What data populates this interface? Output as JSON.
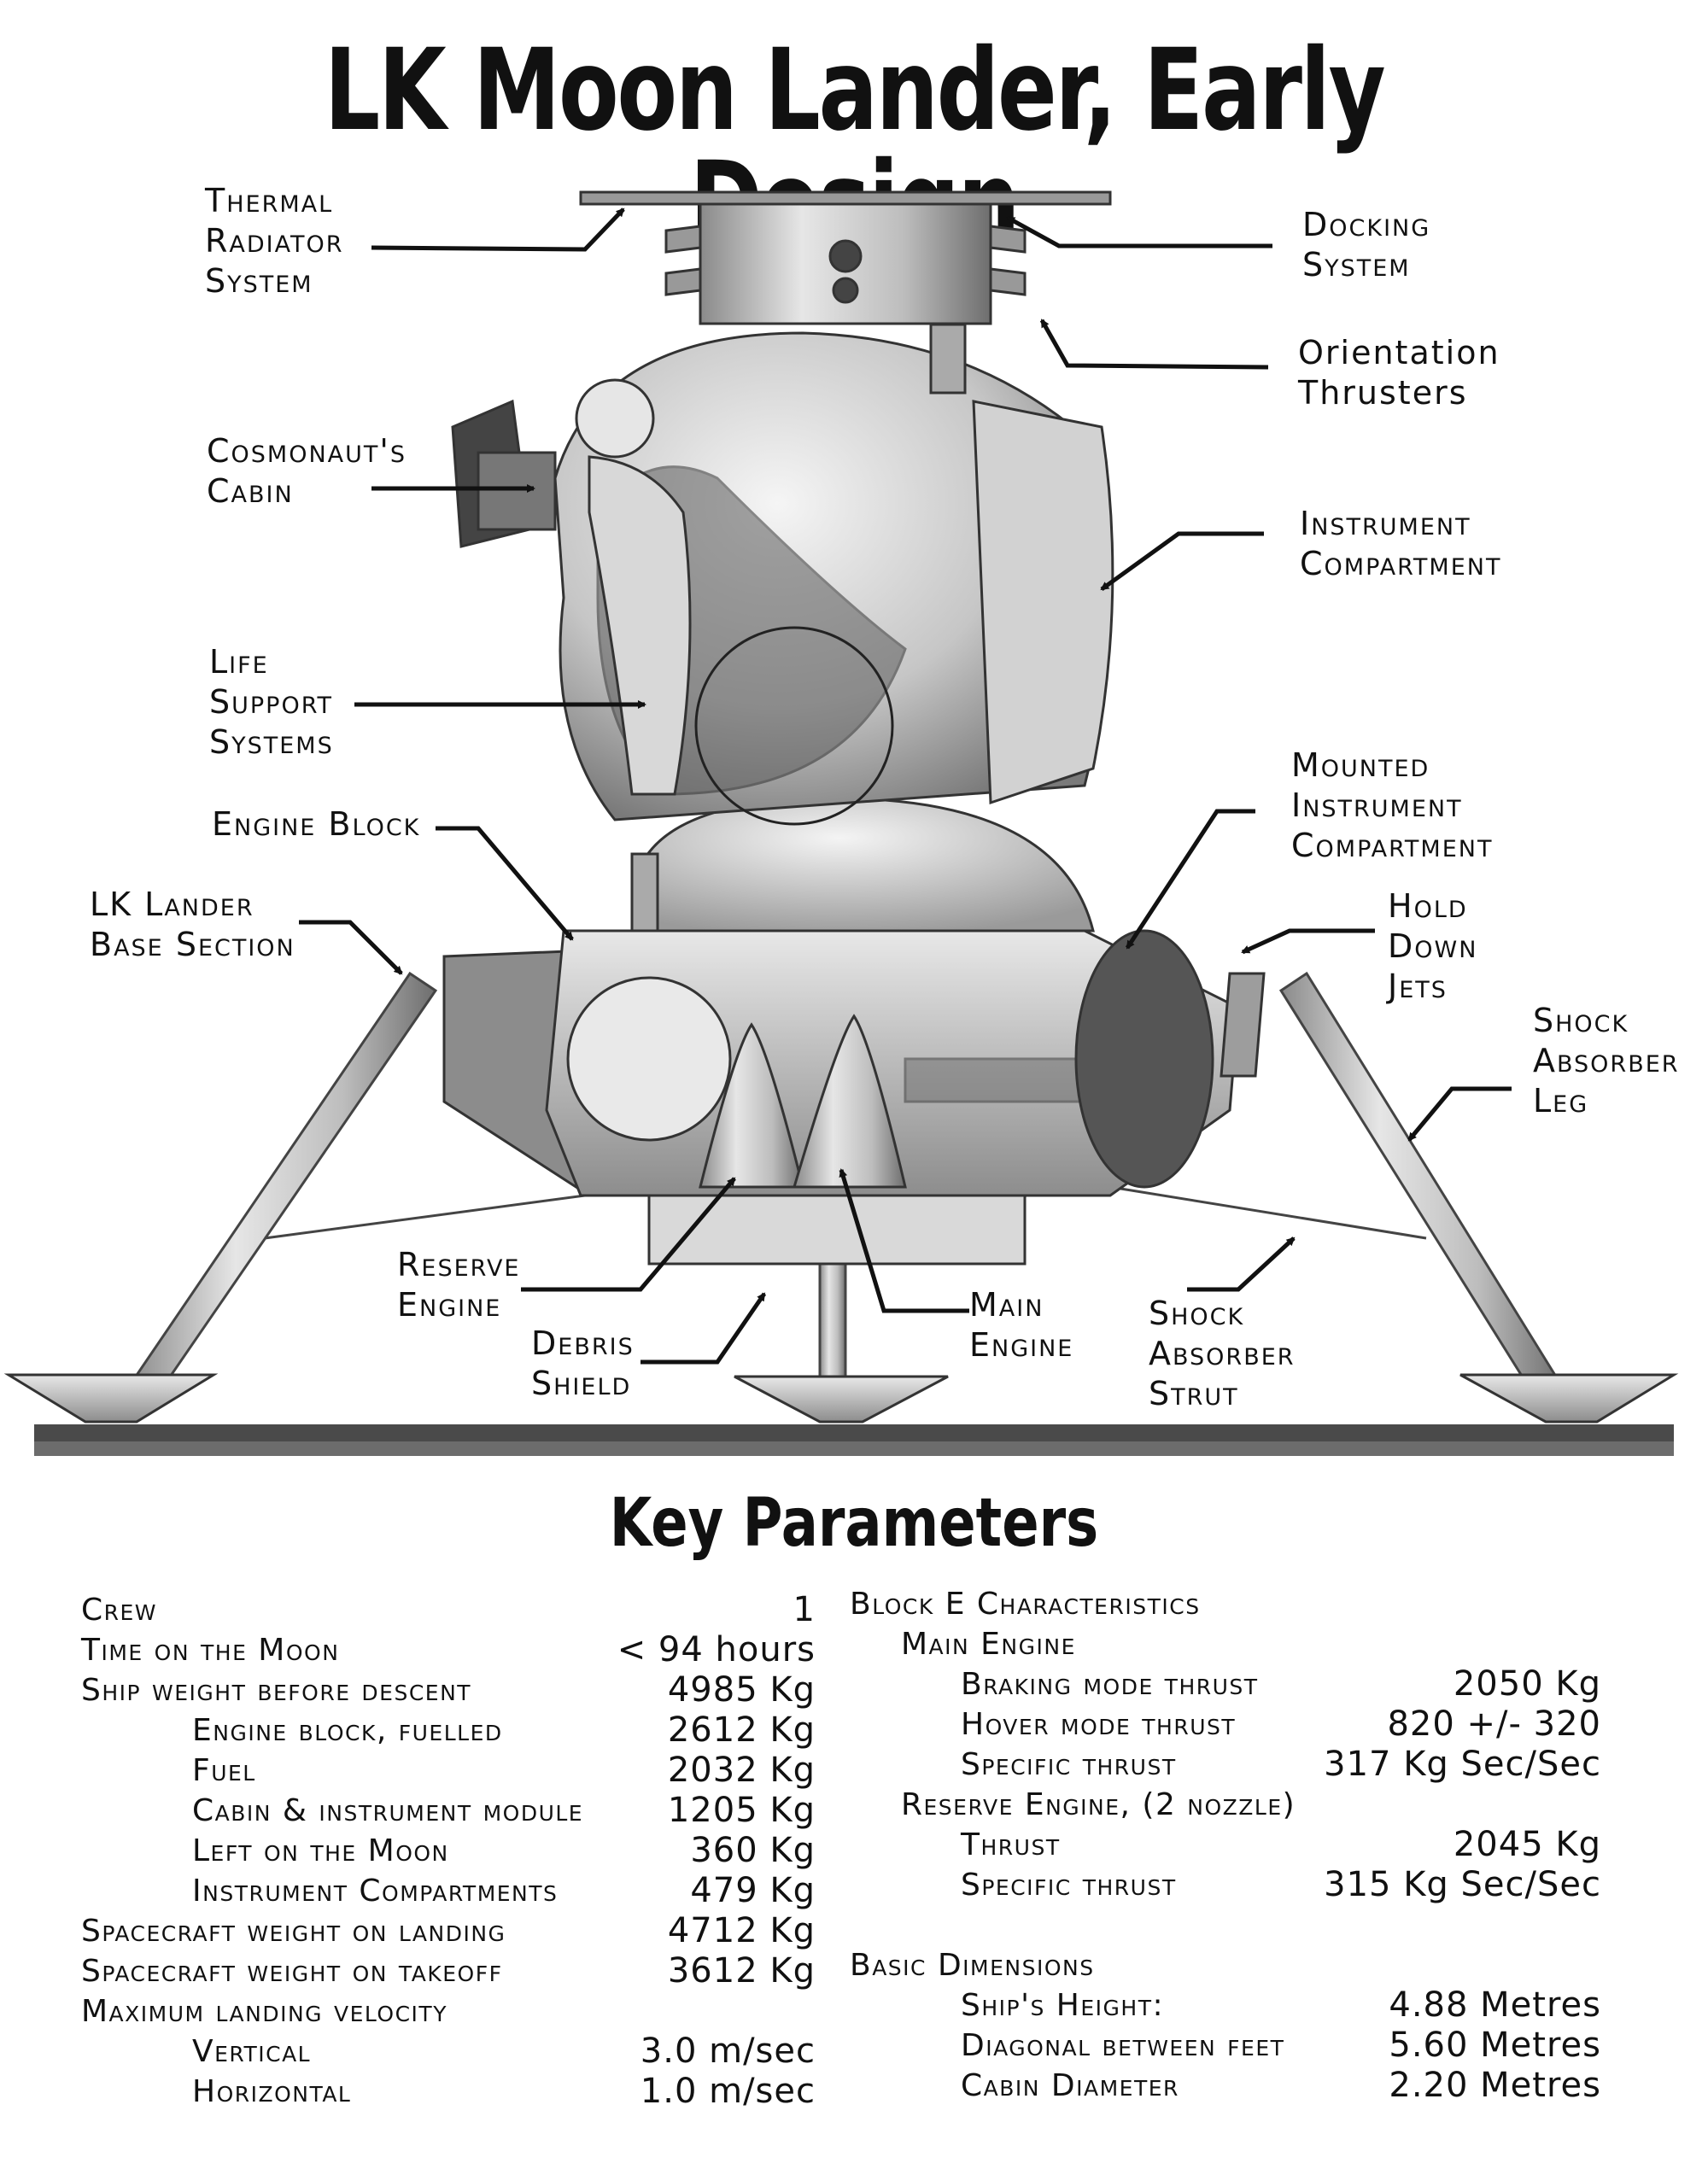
{
  "title": "LK Moon Lander, Early Design",
  "labels": {
    "thermal": "Thermal\nRadiator\nSystem",
    "docking": "Docking\nSystem",
    "orientation": "Orientation\nThrusters",
    "cabin": "Cosmonaut's\nCabin",
    "instrument": "Instrument\nCompartment",
    "life": "Life\nSupport\nSystems",
    "mounted": "Mounted\nInstrument\nCompartment",
    "engine_block": "Engine Block",
    "base": "LK Lander\nBase Section",
    "hold": "Hold\nDown\nJets",
    "shock_leg": "Shock\nAbsorber\nLeg",
    "reserve": "Reserve\nEngine",
    "debris": "Debris\nShield",
    "main": "Main\nEngine",
    "strut": "Shock\nAbsorber\nStrut"
  },
  "key_title": "Key Parameters",
  "left_params": [
    {
      "k": "Crew",
      "v": "1",
      "indent": 0
    },
    {
      "k": "Time on the Moon",
      "v": "< 94 hours",
      "indent": 0
    },
    {
      "k": "Ship weight before descent",
      "v": "4985 Kg",
      "indent": 0
    },
    {
      "k": "Engine block, fuelled",
      "v": "2612 Kg",
      "indent": 1
    },
    {
      "k": "Fuel",
      "v": "2032 Kg",
      "indent": 1
    },
    {
      "k": "Cabin & instrument module",
      "v": "1205 Kg",
      "indent": 1
    },
    {
      "k": "Left on the Moon",
      "v": "360 Kg",
      "indent": 1
    },
    {
      "k": "Instrument Compartments",
      "v": "479 Kg",
      "indent": 1
    },
    {
      "k": "Spacecraft weight on landing",
      "v": "4712 Kg",
      "indent": 0
    },
    {
      "k": "Spacecraft weight on takeoff",
      "v": "3612 Kg",
      "indent": 0
    },
    {
      "k": "Maximum landing velocity",
      "v": "",
      "indent": 0
    },
    {
      "k": "Vertical",
      "v": "3.0 m/sec",
      "indent": 1
    },
    {
      "k": "Horizontal",
      "v": "1.0 m/sec",
      "indent": 1
    }
  ],
  "right_params": [
    {
      "k": "Block E Characteristics",
      "v": "",
      "indent": 0
    },
    {
      "k": "Main Engine",
      "v": "",
      "indent": 1
    },
    {
      "k": "Braking mode thrust",
      "v": "2050 Kg",
      "indent": 2
    },
    {
      "k": "Hover mode thrust",
      "v": "820 +/- 320",
      "indent": 2
    },
    {
      "k": "Specific thrust",
      "v": "317 Kg Sec/Sec",
      "indent": 2
    },
    {
      "k": "Reserve Engine, (2 nozzle)",
      "v": "",
      "indent": 1
    },
    {
      "k": "Thrust",
      "v": "2045 Kg",
      "indent": 2
    },
    {
      "k": "Specific thrust",
      "v": "315 Kg Sec/Sec",
      "indent": 2
    },
    {
      "k": "",
      "v": "",
      "indent": 0
    },
    {
      "k": "Basic Dimensions",
      "v": "",
      "indent": 0
    },
    {
      "k": "Ship's Height:",
      "v": "4.88 Metres",
      "indent": 2
    },
    {
      "k": "Diagonal between feet",
      "v": "5.60 Metres",
      "indent": 2
    },
    {
      "k": "Cabin Diameter",
      "v": "2.20 Metres",
      "indent": 2
    }
  ]
}
